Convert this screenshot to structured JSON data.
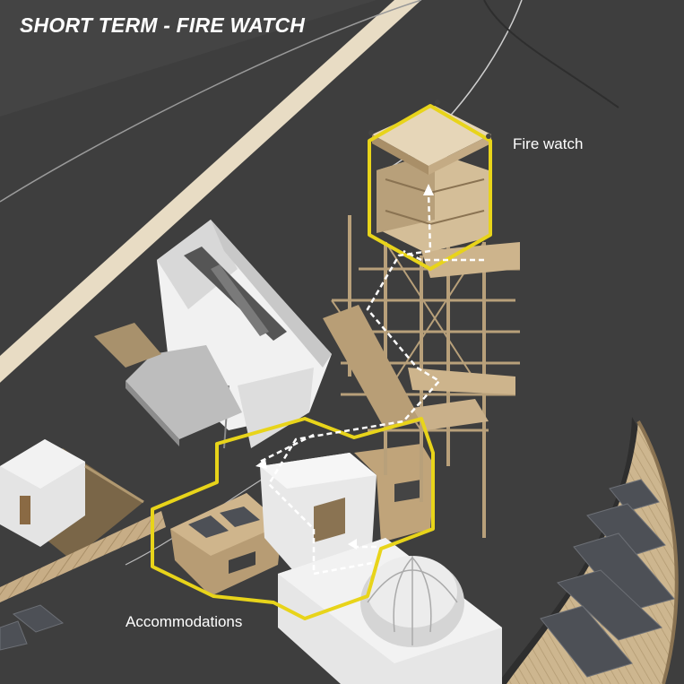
{
  "title": "SHORT TERM - FIRE WATCH",
  "labels": {
    "fire_watch": "Fire watch",
    "accommodations": "Accommodations"
  },
  "colors": {
    "background": "#3e3e3e",
    "highlight": "#e8d41a",
    "wood": "#c9b08a",
    "wood_dark": "#9c8460",
    "concrete": "#e6e6e6",
    "path": "#ffffff",
    "solar_panel": "#4a4d52"
  }
}
